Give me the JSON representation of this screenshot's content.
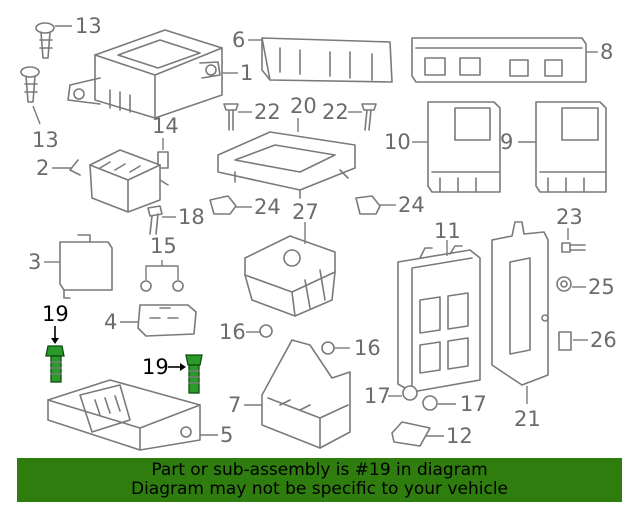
{
  "callouts": {
    "c1": "1",
    "c2": "2",
    "c3": "3",
    "c4": "4",
    "c5": "5",
    "c6": "6",
    "c7": "7",
    "c8": "8",
    "c9": "9",
    "c10": "10",
    "c11": "11",
    "c12": "12",
    "c13a": "13",
    "c13b": "13",
    "c14": "14",
    "c15": "15",
    "c16a": "16",
    "c16b": "16",
    "c17a": "17",
    "c17b": "17",
    "c18": "18",
    "c19a": "19",
    "c19b": "19",
    "c20": "20",
    "c21": "21",
    "c22a": "22",
    "c22b": "22",
    "c23": "23",
    "c24a": "24",
    "c24b": "24",
    "c25": "25",
    "c26": "26",
    "c27": "27"
  },
  "highlight": {
    "part_number": "19",
    "color": "#2a9a2a"
  },
  "banner": {
    "line1": "Part or sub-assembly is #19 in diagram",
    "line2": "Diagram may not be specific to your vehicle",
    "background": "#2f7d0e"
  }
}
